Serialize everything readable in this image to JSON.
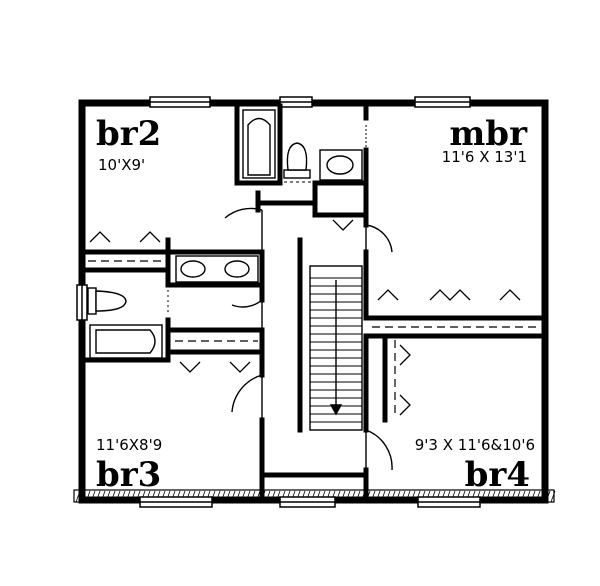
{
  "plan": {
    "rooms": {
      "br2": {
        "name": "br2",
        "dims": "10'X9'"
      },
      "mbr": {
        "name": "mbr",
        "dims": "11'6 X 13'1"
      },
      "br3": {
        "name": "br3",
        "dims": "11'6X8'9"
      },
      "br4": {
        "name": "br4",
        "dims": "9'3 X 11'6&10'6"
      }
    },
    "colors": {
      "wall": "#000000",
      "paper": "#ffffff",
      "hatch": "#000000"
    }
  }
}
